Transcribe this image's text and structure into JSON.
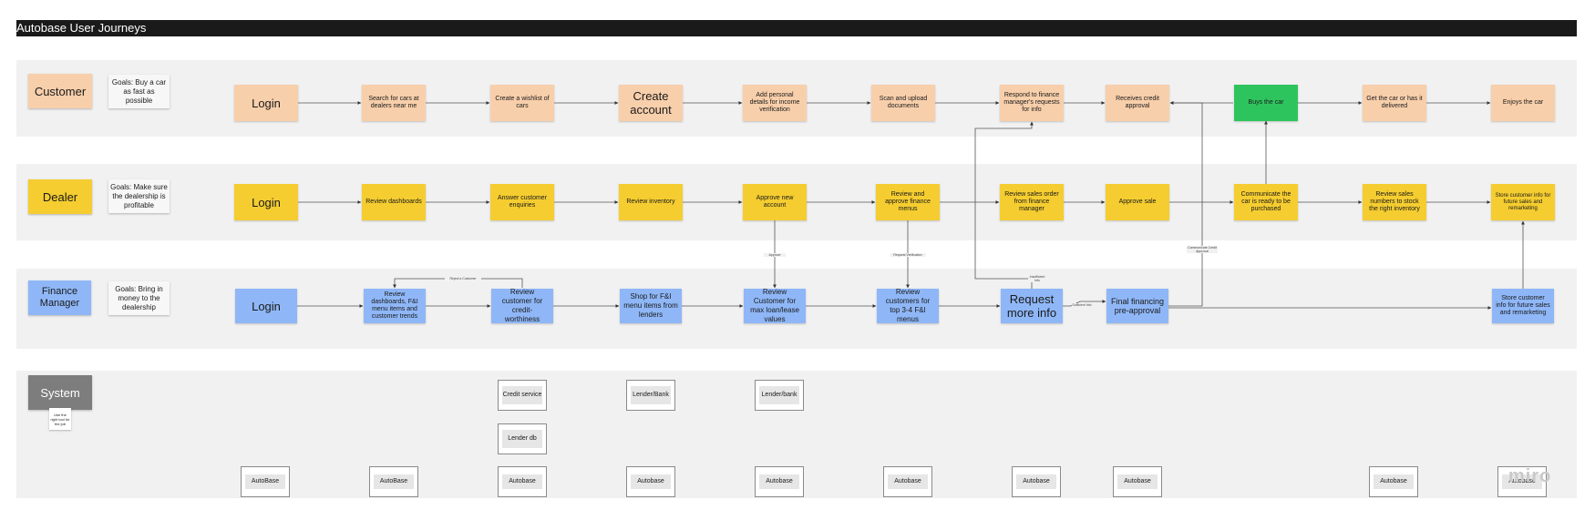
{
  "title": "Autobase User Journeys",
  "lanes": {
    "customer": {
      "role": "Customer",
      "goal": "Goals: Buy a car as fast as possible",
      "steps": [
        "Login",
        "Search for cars at dealers near me",
        "Create a wishlist of cars",
        "Create account",
        "Add personal details for income verification",
        "Scan and upload documents",
        "Respond to finance manager's requests for info",
        "Receives credit approval",
        "Buys the car",
        "Get the car or has it delivered",
        "Enjoys the car"
      ]
    },
    "dealer": {
      "role": "Dealer",
      "goal": "Goals: Make sure the dealership is profitable",
      "steps": [
        "Login",
        "Review dashboards",
        "Answer customer enquiries",
        "Review inventory",
        "Approve new account",
        "Review and approve finance menus",
        "Review sales order from finance manager",
        "Approve sale",
        "Communicate the car is ready to be purchased",
        "Review sales numbers to stock the right inventory",
        "Store customer info for future sales and remarketing"
      ]
    },
    "finance": {
      "role": "Finance Manager",
      "goal": "Goals: Bring in money to the dealership",
      "steps": [
        "Login",
        "Review dashboards, F&I menu items and customer trends",
        "Review customer for credit-worthiness",
        "Shop for F&I menu items from lenders",
        "Review Customer for max loan/lease values",
        "Review customers for top 3-4 F&I menus",
        "Request more info",
        "Final financing pre-approval",
        "Store customer info for future sales and remarketing"
      ]
    },
    "system": {
      "role": "System",
      "note": "Use the right tool for the job",
      "services": [
        "Credit service",
        "Lender/Bank",
        "Lender/bank",
        "Lender db"
      ],
      "bottom": [
        "AutoBase",
        "AutoBase",
        "Autobase",
        "Autobase",
        "Autobase",
        "Autobase",
        "Autobase",
        "Autobase",
        "Autobase",
        "Autobase"
      ]
    }
  },
  "connector_labels": {
    "reject": "Reject a Customer",
    "approve": "Approve",
    "request_verification": "Request Verification",
    "insufficient": "Insufficient Info",
    "sufficient": "Sufficient Info",
    "communicate": "Communicate Credit Approval"
  },
  "watermark": "miro"
}
